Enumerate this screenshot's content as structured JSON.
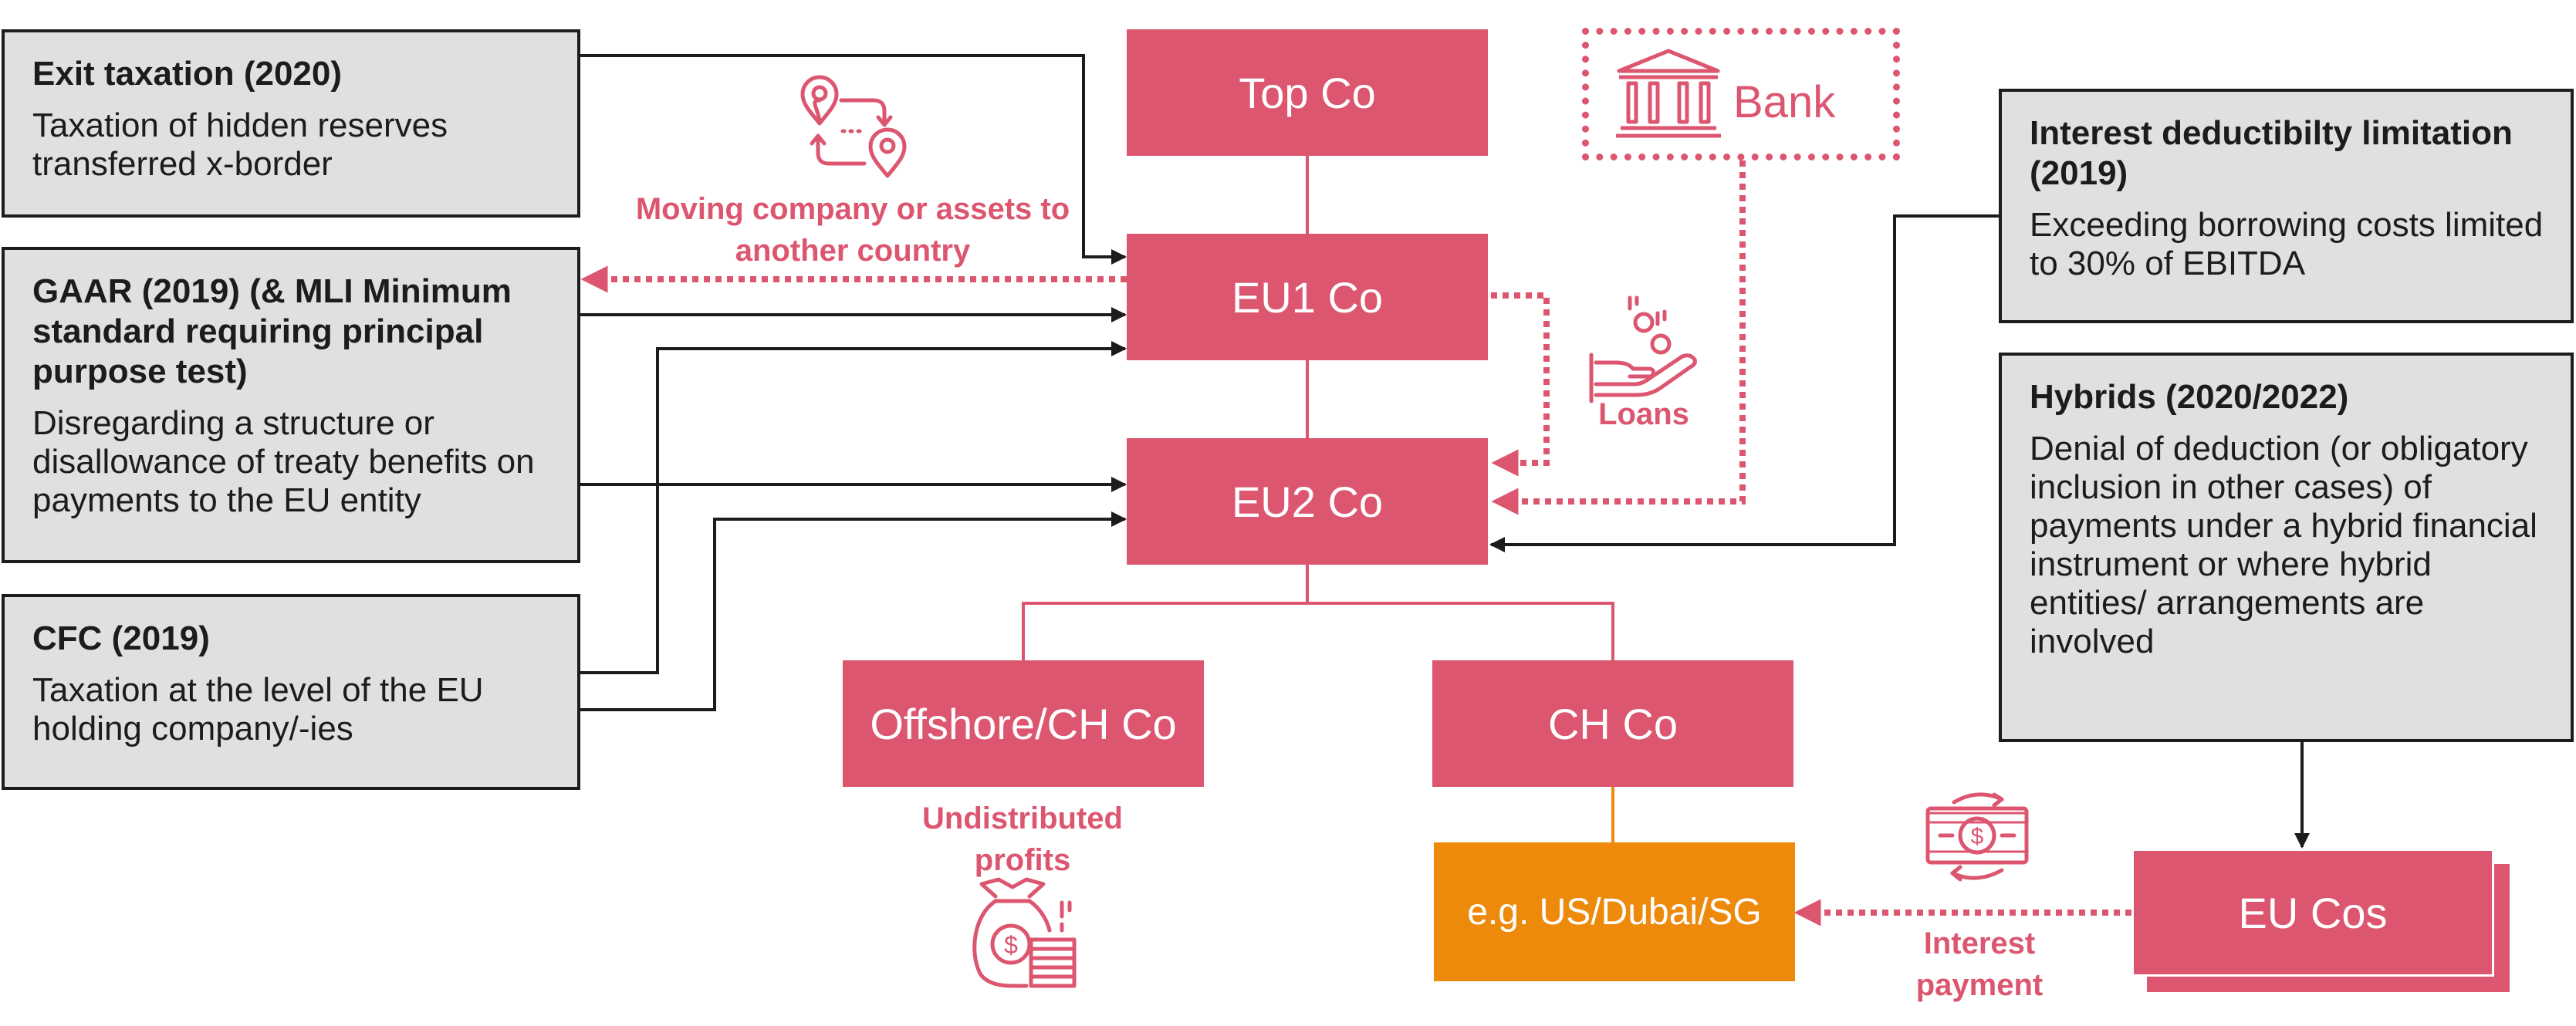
{
  "colors": {
    "pink": "#dc5670",
    "orange": "#ee8a0b",
    "gray_fill": "#e0e0e0",
    "dark": "#1c1c1c"
  },
  "rules": {
    "exit": {
      "title": "Exit taxation (2020)",
      "desc": "Taxation of hidden reserves transferred x-border"
    },
    "gaar": {
      "title": "GAAR (2019) (& MLI Minimum standard requiring principal purpose test)",
      "desc": "Disregarding a structure or disallowance of treaty benefits on payments to the EU entity"
    },
    "cfc": {
      "title": "CFC (2019)",
      "desc": "Taxation at the level of the EU holding company/-ies"
    },
    "interest": {
      "title": "Interest deductibilty limitation (2019)",
      "desc": "Exceeding borrowing costs limited to 30% of EBITDA"
    },
    "hybrids": {
      "title": "Hybrids (2020/2022)",
      "desc": "Denial of deduction (or obligatory inclusion in other cases) of payments under a hybrid financial instrument or where hybrid entities/ arrangements are involved"
    }
  },
  "entities": {
    "top": "Top Co",
    "eu1": "EU1 Co",
    "eu2": "EU2 Co",
    "offshore": "Offshore/CH Co",
    "ch": "CH Co",
    "low_tax": "e.g. US/Dubai/SG",
    "eu_cos": "EU Cos",
    "bank": "Bank"
  },
  "labels": {
    "moving": "Moving company or assets to another country",
    "loans": "Loans",
    "undistributed": "Undistributed profits",
    "interest_payment": "Interest payment"
  },
  "icons": {
    "moving": "location-transfer-icon",
    "bank": "bank-building-icon",
    "loans": "coins-hand-icon",
    "undistributed": "money-bag-coins-icon",
    "interest_payment": "banknote-exchange-icon"
  }
}
